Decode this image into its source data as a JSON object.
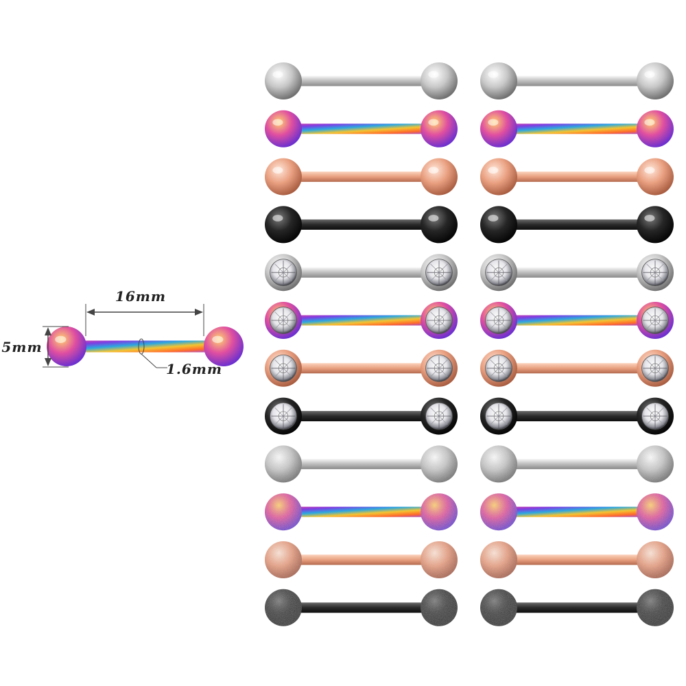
{
  "dimensions": {
    "length_label": "16mm",
    "ball_label": "5mm",
    "gauge_label": "1.6mm"
  },
  "finishes": {
    "silver": {
      "bar": [
        "#f7f7f7",
        "#bdbdbd",
        "#8a8a8a"
      ],
      "ball": [
        "#ffffff",
        "#c8c8c8",
        "#6e6e6e"
      ]
    },
    "rainbow": {
      "bar": [
        "#e040a0",
        "#7b3fe4",
        "#2aa8e0",
        "#f4c430",
        "#ff6a2a",
        "#8e44ff"
      ],
      "ball": [
        "#ffd36e",
        "#e04fa0",
        "#6a2fd0"
      ]
    },
    "rose": {
      "bar": [
        "#fbd3bd",
        "#e8a080",
        "#b46a4e"
      ],
      "ball": [
        "#ffe7da",
        "#eaa182",
        "#a85c40"
      ]
    },
    "black": {
      "bar": [
        "#6a6a6a",
        "#2a2a2a",
        "#0e0e0e"
      ],
      "ball": [
        "#7a7a7a",
        "#262626",
        "#050505"
      ]
    }
  },
  "rows": [
    {
      "finish": "silver",
      "style": "polished"
    },
    {
      "finish": "rainbow",
      "style": "polished"
    },
    {
      "finish": "rose",
      "style": "polished"
    },
    {
      "finish": "black",
      "style": "polished"
    },
    {
      "finish": "silver",
      "style": "gem"
    },
    {
      "finish": "rainbow",
      "style": "gem"
    },
    {
      "finish": "rose",
      "style": "gem"
    },
    {
      "finish": "black",
      "style": "gem"
    },
    {
      "finish": "silver",
      "style": "frosted"
    },
    {
      "finish": "rainbow",
      "style": "frosted"
    },
    {
      "finish": "rose",
      "style": "frosted"
    },
    {
      "finish": "black",
      "style": "frosted"
    }
  ],
  "columns": 2
}
